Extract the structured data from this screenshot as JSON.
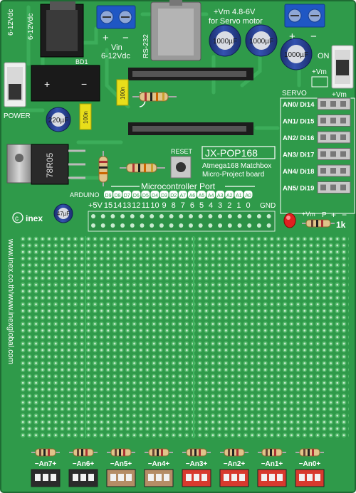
{
  "board": {
    "title": "JX-POP168",
    "subtitle_line1": "Atmega168 Matchbox",
    "subtitle_line2": "Micro-Project board",
    "brand": "inex",
    "website": "www.inex.co.th/www.inexglobal.com",
    "vertical_version_text": "6-12Vdc"
  },
  "power": {
    "barrel_label": "6-12Vdc",
    "bd1_label": "BD1",
    "vin_label_1": "Vin",
    "vin_label_2": "6-12Vdc",
    "terminal_plus": "+",
    "terminal_minus": "−",
    "switch_label": "POWER",
    "bridge_plus": "+",
    "bridge_minus": "−"
  },
  "rs232": {
    "label": "RS-232"
  },
  "servo_power": {
    "label_line1": "+Vm  4.8-6V",
    "label_line2": "for Servo motor",
    "terminal_plus": "+",
    "terminal_minus": "−",
    "on_label": "ON",
    "vm_label": "+Vm",
    "vm_label2": "+Vm"
  },
  "capacitors": {
    "c1": "1000µF",
    "c2": "1000µF",
    "c3": "1000µF",
    "c4": "220µF",
    "c5": "47µF",
    "ceramic1": "100n",
    "ceramic2": "100n",
    "ceramic3": "100n"
  },
  "regulator": {
    "label": "78R05"
  },
  "reset": {
    "label": "RESET"
  },
  "servo": {
    "header": "SERVO",
    "ports": [
      "AN5/ Di19",
      "AN4/ Di18",
      "AN3/ Di17",
      "AN2/ Di16",
      "AN1/ Di15",
      "AN0/ Di14"
    ],
    "led_labels": {
      "vm": "+Vm",
      "p": "P",
      "plus": "+",
      "minus": "−"
    },
    "resistor_label": "1k"
  },
  "port": {
    "title": "Microcontroller Port",
    "arduino_label": "ARDUINO",
    "arduino_pins": [
      "D9",
      "D8",
      "D7",
      "D6",
      "D5",
      "D4",
      "D3",
      "D2",
      "A7",
      "A6",
      "A5",
      "A4",
      "A3",
      "A2",
      "A1",
      "A0"
    ],
    "plus5": "+5V",
    "pin_numbers": [
      "15",
      "14",
      "13",
      "12",
      "11",
      "10",
      "9",
      "8",
      "7",
      "6",
      "5",
      "4",
      "3",
      "2",
      "1",
      "0"
    ],
    "gnd": "GND"
  },
  "analog_connectors": [
    {
      "label": "−An7+",
      "color": "#2b2b2b"
    },
    {
      "label": "−An6+",
      "color": "#2b2b2b"
    },
    {
      "label": "−An5+",
      "color": "#b58d66"
    },
    {
      "label": "−An4+",
      "color": "#b58d66"
    },
    {
      "label": "−An3+",
      "color": "#d83a2e"
    },
    {
      "label": "−An2+",
      "color": "#d83a2e"
    },
    {
      "label": "−An1+",
      "color": "#d83a2e"
    },
    {
      "label": "−An0+",
      "color": "#d83a2e"
    }
  ],
  "colors": {
    "pcb": "#2f9a4a",
    "pcb_light": "#3aab58",
    "pcb_dark": "#25833d",
    "silk": "#ffffff",
    "terminal_blue": "#1f57c4",
    "capacitor_blue": "#243b8c"
  }
}
